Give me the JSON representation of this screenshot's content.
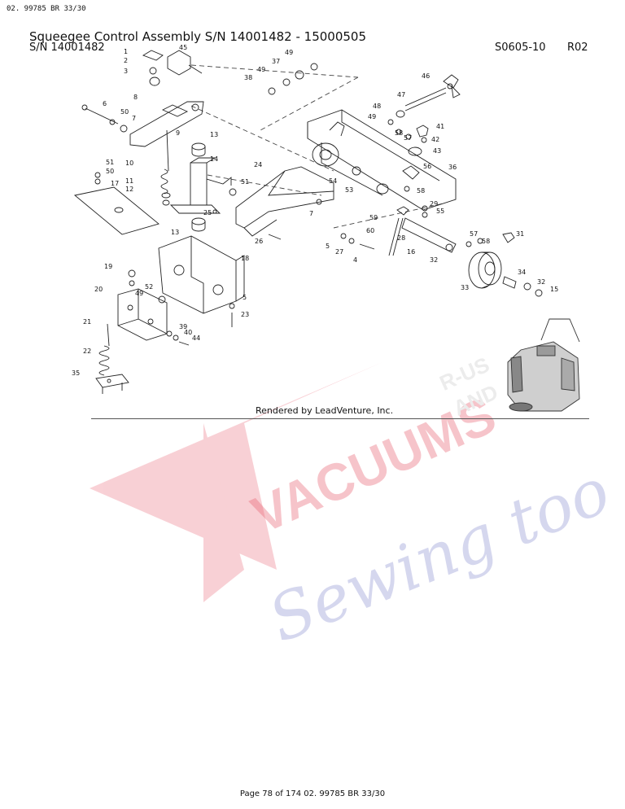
{
  "page_header": "02. 99785 BR 33/30",
  "title": "Squeegee Control Assembly S/N 14001482 - 15000505",
  "subtitle": "S/N 14001482",
  "drawing_code": "S0605-10",
  "revision": "R02",
  "credit": "Rendered by LeadVenture, Inc.",
  "footer": "Page 78 of 174 02. 99785 BR 33/30",
  "watermark": {
    "line1": "VACUUMS",
    "line2": "R-US",
    "line3": "AND",
    "line4": "Sewing too",
    "color_red": "#e85a6a",
    "color_blue": "#8a8fd0"
  },
  "callouts": {
    "c1": "1",
    "c2": "2",
    "c3": "3",
    "c45": "45",
    "c8": "8",
    "c6": "6",
    "c50": "50",
    "c7": "7",
    "c9": "9",
    "c13a": "13",
    "c14": "14",
    "c10": "10",
    "c11": "11",
    "c12": "12",
    "c17": "17",
    "c51a": "51",
    "c50b": "50",
    "c51b": "51",
    "c25": "25",
    "c13b": "13",
    "c18": "18",
    "c19": "19",
    "c20": "20",
    "c49a": "49",
    "c52": "52",
    "c5a": "5",
    "c23": "23",
    "c21": "21",
    "c39": "39",
    "c40": "40",
    "c44": "44",
    "c22": "22",
    "c35": "35",
    "c49b": "49",
    "c37": "37",
    "c49c": "49",
    "c38": "38",
    "c46": "46",
    "c47": "47",
    "c48": "48",
    "c49d": "49",
    "c58a": "58",
    "c57a": "57",
    "c41": "41",
    "c42": "42",
    "c43": "43",
    "c36": "36",
    "c24": "24",
    "c54": "54",
    "c53": "53",
    "c56": "56",
    "c58b": "58",
    "c29": "29",
    "c55": "55",
    "c7b": "7",
    "c26": "26",
    "c59": "59",
    "c60": "60",
    "c28": "28",
    "c5b": "5",
    "c27": "27",
    "c4": "4",
    "c16": "16",
    "c31": "31",
    "c57b": "57",
    "c58c": "58",
    "c32a": "32",
    "c34": "34",
    "c32b": "32",
    "c15": "15",
    "c33": "33"
  }
}
